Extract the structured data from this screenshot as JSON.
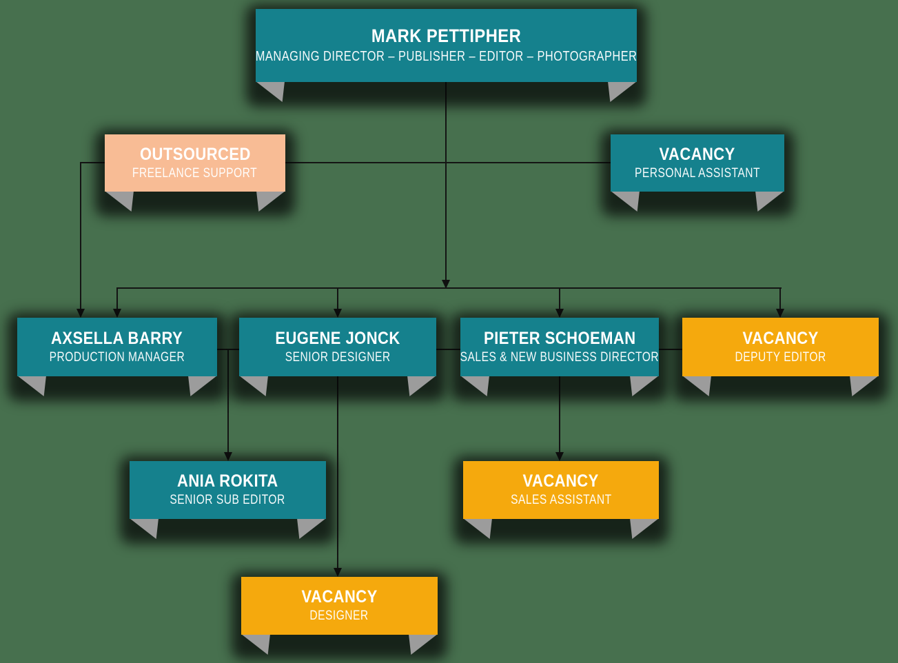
{
  "canvas": {
    "background_color": "#47704E"
  },
  "colors": {
    "teal": "#15818D",
    "peach": "#F8BC95",
    "orange": "#F5A90D",
    "fold": "#9C9C9C",
    "line": "#141414"
  },
  "nodes": {
    "mark_pettipher": {
      "name": "MARK PETTIPHER",
      "role": "MANAGING DIRECTOR – PUBLISHER – EDITOR – PHOTOGRAPHER",
      "color": "teal"
    },
    "outsourced": {
      "name": "OUTSOURCED",
      "role": "FREELANCE SUPPORT",
      "color": "peach"
    },
    "personal_assistant": {
      "name": "VACANCY",
      "role": "PERSONAL ASSISTANT",
      "color": "teal"
    },
    "axsella_barry": {
      "name": "AXSELLA BARRY",
      "role": "PRODUCTION MANAGER",
      "color": "teal"
    },
    "eugene_jonck": {
      "name": "EUGENE JONCK",
      "role": "SENIOR DESIGNER",
      "color": "teal"
    },
    "pieter_schoeman": {
      "name": "PIETER SCHOEMAN",
      "role": "SALES & NEW BUSINESS DIRECTOR",
      "color": "teal"
    },
    "deputy_editor": {
      "name": "VACANCY",
      "role": "DEPUTY EDITOR",
      "color": "orange"
    },
    "ania_rokita": {
      "name": "ANIA ROKITA",
      "role": "SENIOR SUB EDITOR",
      "color": "teal"
    },
    "sales_assistant": {
      "name": "VACANCY",
      "role": "SALES ASSISTANT",
      "color": "orange"
    },
    "designer": {
      "name": "VACANCY",
      "role": "DESIGNER",
      "color": "orange"
    }
  },
  "edges": [
    {
      "from": "mark_pettipher",
      "to": "axsella_barry",
      "style": "arrow"
    },
    {
      "from": "mark_pettipher",
      "to": "eugene_jonck",
      "style": "arrow"
    },
    {
      "from": "mark_pettipher",
      "to": "pieter_schoeman",
      "style": "arrow"
    },
    {
      "from": "mark_pettipher",
      "to": "deputy_editor",
      "style": "arrow"
    },
    {
      "from": "outsourced",
      "to": "personal_assistant",
      "style": "plain-lateral"
    },
    {
      "from": "outsourced",
      "to": "axsella_barry",
      "style": "arrow"
    },
    {
      "from": "axsella_barry",
      "to": "ania_rokita",
      "style": "arrow"
    },
    {
      "from": "eugene_jonck",
      "to": "designer",
      "style": "arrow"
    },
    {
      "from": "pieter_schoeman",
      "to": "sales_assistant",
      "style": "arrow"
    }
  ]
}
